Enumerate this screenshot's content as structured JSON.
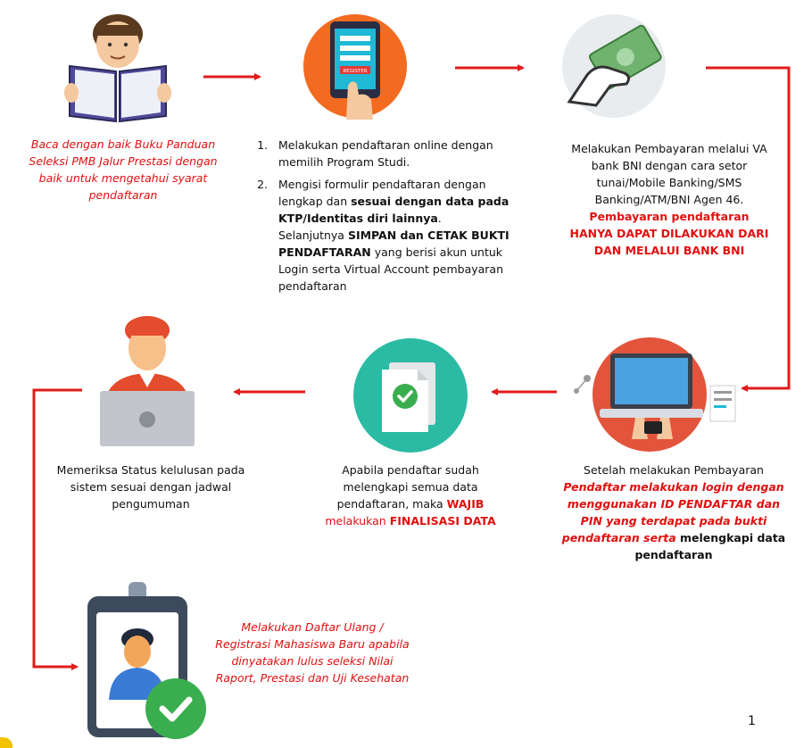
{
  "steps": {
    "s1": {
      "text": "Baca dengan baik Buku Panduan Seleksi PMB Jalur Prestasi dengan baik untuk mengetahui syarat pendaftaran"
    },
    "s2": {
      "device_label": "REGISTER",
      "item1": "Melakukan pendaftaran online dengan memilih Program Studi.",
      "item2_a": "Mengisi formulir pendaftaran dengan lengkap dan ",
      "item2_b": "sesuai dengan data pada KTP/Identitas diri lainnya",
      "item2_c": ". Selanjutnya ",
      "item2_d": "SIMPAN dan CETAK BUKTI PENDAFTARAN",
      "item2_e": " yang berisi akun untuk Login serta Virtual Account pembayaran pendaftaran"
    },
    "s3": {
      "text": "Melakukan Pembayaran melalui VA bank BNI dengan cara setor tunai/Mobile Banking/SMS Banking/ATM/BNI Agen 46.",
      "red1": "Pembayaran pendaftaran",
      "red2": "HANYA DAPAT DILAKUKAN DARI DAN MELALUI BANK BNI"
    },
    "s4": {
      "text": "Setelah melakukan Pembayaran",
      "red": "Pendaftar melakukan login dengan menggunakan ID PENDAFTAR dan PIN yang terdapat pada bukti pendaftaran serta",
      "bold": " melengkapi data pendaftaran"
    },
    "s5": {
      "text_a": "Apabila pendaftar sudah melengkapi semua data pendaftaran, maka ",
      "wajib": "WAJIB",
      "text_b": " melakukan ",
      "final": "FINALISASI DATA"
    },
    "s6": {
      "text": "Memeriksa Status kelulusan pada sistem sesuai dengan jadwal pengumuman"
    },
    "s7": {
      "text": "Melakukan Daftar Ulang / Registrasi Mahasiswa Baru apabila dinyatakan lulus seleksi Nilai Raport, Prestasi dan Uji Kesehatan"
    }
  },
  "page_number": "1",
  "colors": {
    "arrow": "#e21b1b",
    "accent_red": "#e01010",
    "teal": "#2bbba4",
    "orange": "#f26b21",
    "green": "#3aae4f",
    "gold": "#f2c200"
  }
}
